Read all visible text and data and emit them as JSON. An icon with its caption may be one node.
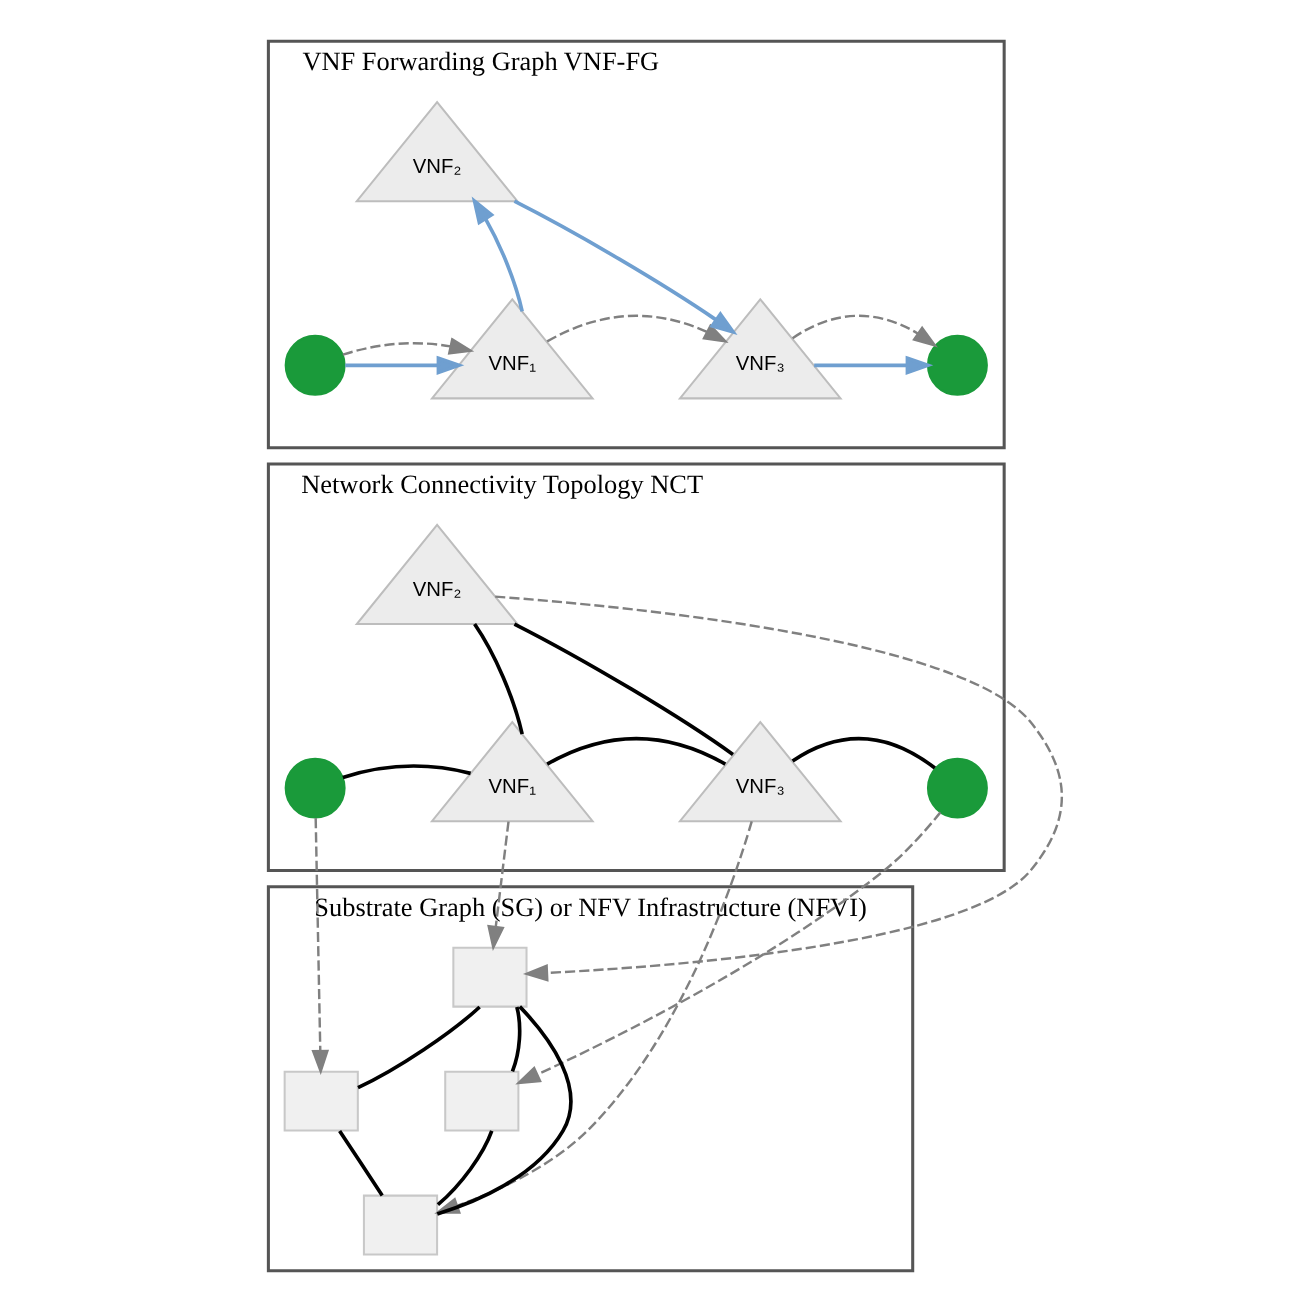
{
  "diagram": {
    "nodes": [
      {
        "text": [
          "VNF Forwarding Graph VNF-FG"
        ]
      },
      {
        "text": [],
        "shape": "circle",
        "in": 0
      },
      {
        "text": [
          "VNF₁"
        ],
        "in": 0
      },
      {
        "text": [
          "VNF₂"
        ],
        "in": 0
      },
      {
        "text": [
          "VNF₃"
        ],
        "in": 0
      },
      {
        "text": [],
        "shape": "circle",
        "in": 0
      },
      {
        "text": [
          "Network Connectivity Topology NCT"
        ]
      },
      {
        "text": [],
        "shape": "circle",
        "in": 6
      },
      {
        "text": [
          "VNF₁"
        ],
        "in": 6
      },
      {
        "text": [
          "VNF₂"
        ],
        "in": 6
      },
      {
        "text": [
          "VNF₃"
        ],
        "in": 6
      },
      {
        "text": [],
        "shape": "circle",
        "in": 6
      },
      {
        "text": [
          "Substrate Graph (SG) or NFV Infrastructure (NFVI)"
        ]
      },
      {
        "text": [],
        "shape": "box",
        "in": 12
      },
      {
        "text": [],
        "shape": "box",
        "in": 12
      },
      {
        "text": [],
        "shape": "box",
        "in": 12
      },
      {
        "text": [],
        "shape": "box",
        "in": 12
      }
    ],
    "edges": [
      {
        "from": 1,
        "to": 2,
        "arrow": "to",
        "color": "#6f9fd0"
      },
      {
        "from": 1,
        "to": 2,
        "arrow": "to",
        "style": "dashed",
        "color": "#808080"
      },
      {
        "from": 2,
        "to": 3,
        "arrow": "to",
        "color": "#6f9fd0"
      },
      {
        "from": 2,
        "to": 4,
        "arrow": "to",
        "style": "dashed",
        "color": "#808080"
      },
      {
        "from": 3,
        "to": 4,
        "arrow": "to",
        "color": "#6f9fd0"
      },
      {
        "from": 4,
        "to": 5,
        "arrow": "to",
        "color": "#6f9fd0"
      },
      {
        "from": 4,
        "to": 5,
        "arrow": "to",
        "style": "dashed",
        "color": "#808080"
      },
      {
        "from": 7,
        "to": 8,
        "arrow": "none"
      },
      {
        "from": 8,
        "to": 9,
        "arrow": "none"
      },
      {
        "from": 8,
        "to": 10,
        "arrow": "none"
      },
      {
        "from": 9,
        "to": 10,
        "arrow": "none"
      },
      {
        "from": 10,
        "to": 11,
        "arrow": "none"
      },
      {
        "from": 7,
        "to": 14,
        "arrow": "to",
        "style": "dashed",
        "color": "#808080"
      },
      {
        "from": 8,
        "to": 13,
        "arrow": "to",
        "style": "dashed",
        "color": "#808080"
      },
      {
        "from": 9,
        "to": 13,
        "arrow": "to",
        "style": "dashed",
        "color": "#808080"
      },
      {
        "from": 10,
        "to": 16,
        "arrow": "to",
        "style": "dashed",
        "color": "#808080"
      },
      {
        "from": 11,
        "to": 15,
        "arrow": "to",
        "style": "dashed",
        "color": "#808080"
      },
      {
        "from": 14,
        "to": 13,
        "arrow": "none"
      },
      {
        "from": 13,
        "to": 15,
        "arrow": "none"
      },
      {
        "from": 13,
        "to": 16,
        "arrow": "none"
      },
      {
        "from": 14,
        "to": 16,
        "arrow": "none"
      },
      {
        "from": 16,
        "to": 15,
        "arrow": "none"
      }
    ]
  }
}
